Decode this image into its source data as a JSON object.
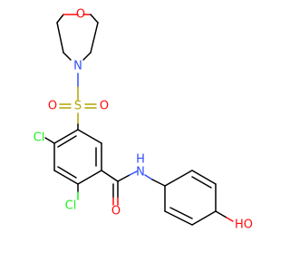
{
  "atoms": {
    "O_morpholine": "O",
    "N_morpholine": "N",
    "S": "S",
    "O_sulfonyl_1": "O",
    "O_sulfonyl_2": "O",
    "Cl_upper": "Cl",
    "Cl_lower": "Cl",
    "NH_amide": "N",
    "H_amide": "H",
    "O_carbonyl": "O",
    "HO": "HO"
  },
  "colors": {
    "carbon": "#000000",
    "oxygen": "#ff0d0d",
    "nitrogen": "#3050f8",
    "sulfur": "#b3a400",
    "chlorine": "#1ff01f"
  }
}
